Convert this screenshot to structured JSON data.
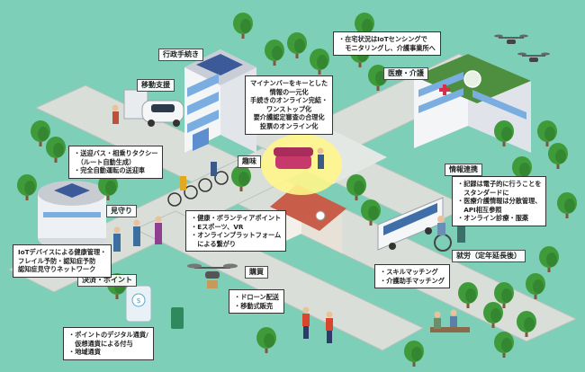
{
  "colors": {
    "background": "#7dcfb8",
    "road": "#d9ded9",
    "road_edge": "#b8c3bd",
    "tree": "#3f9a3a",
    "tree_dark": "#2e7a2b",
    "building": "#f2f3f5",
    "accent_red": "#d62f4b",
    "accent_purple": "#8e3f8f",
    "highlight": "#fff68a"
  },
  "labels": {
    "gov": "行政手続き",
    "mobility": "移動支援",
    "watch": "見守り",
    "hobby": "趣味",
    "shopping": "購買",
    "payment": "決済・ポイント",
    "medical": "医療・介護",
    "info": "情報連携",
    "work": "就労（定年延長後）"
  },
  "boxes": {
    "mynumber": [
      "マイナンバーをキーとした",
      "情報の一元化",
      "手続きのオンライン完結・",
      "ワンストップ化",
      "要介護認定審査の合理化",
      "投票のオンライン化"
    ],
    "home_iot": [
      "・在宅状況はIoTセンシングで",
      "　モニタリングし、介護事業所へ"
    ],
    "transport": [
      "・送迎バス・相乗りタクシー",
      "　（ルート自動生成）",
      "・完全自動運転の送迎車"
    ],
    "iot_health": [
      "IoTデバイスによる健康管理・",
      "フレイル予防・認知症予防",
      "認知症見守りネットワーク"
    ],
    "hobby": [
      "・健康・ボランティアポイント",
      "・Eスポーツ、VR",
      "・オンラインプラットフォーム",
      "　による繋がり"
    ],
    "records": [
      "・記録は電子的に行うことを",
      "　スタンダードに",
      "・医療介護情報は分散管理、",
      "　API相互参照",
      "・オンライン診療・服薬"
    ],
    "skill": [
      "・スキルマッチング",
      "・介護助手マッチング"
    ],
    "drone": [
      "・ドローン配送",
      "・移動式販売"
    ],
    "points": [
      "・ポイントのデジタル通貨/",
      "　仮想通貨による付与",
      "・地域通貨"
    ]
  }
}
